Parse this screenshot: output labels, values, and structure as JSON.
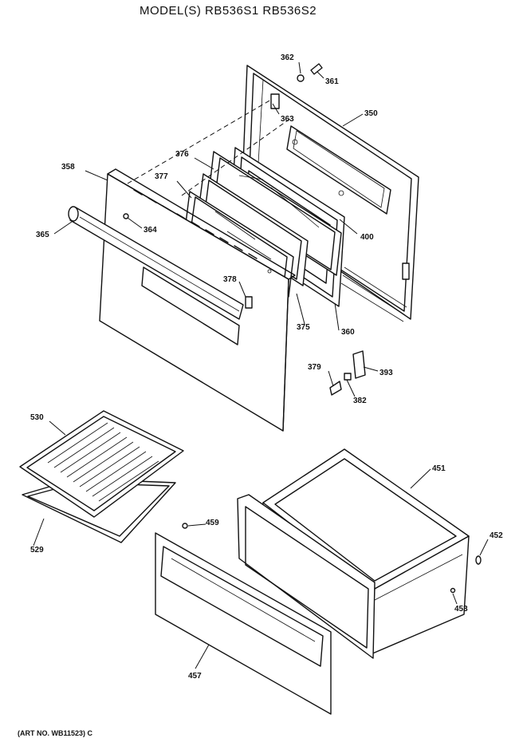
{
  "header": {
    "title": "MODEL(S) RB536S1  RB536S2"
  },
  "footer": {
    "art_number": "(ART NO. WB11523) C"
  },
  "callouts": [
    {
      "id": "c362",
      "label": "362"
    },
    {
      "id": "c361",
      "label": "361"
    },
    {
      "id": "c350",
      "label": "350"
    },
    {
      "id": "c363",
      "label": "363"
    },
    {
      "id": "c376",
      "label": "376"
    },
    {
      "id": "c358",
      "label": "358"
    },
    {
      "id": "c377",
      "label": "377"
    },
    {
      "id": "c364",
      "label": "364"
    },
    {
      "id": "c365",
      "label": "365"
    },
    {
      "id": "c400",
      "label": "400"
    },
    {
      "id": "c378",
      "label": "378"
    },
    {
      "id": "c375",
      "label": "375"
    },
    {
      "id": "c360",
      "label": "360"
    },
    {
      "id": "c379",
      "label": "379"
    },
    {
      "id": "c393",
      "label": "393"
    },
    {
      "id": "c382",
      "label": "382"
    },
    {
      "id": "c530",
      "label": "530"
    },
    {
      "id": "c451",
      "label": "451"
    },
    {
      "id": "c459",
      "label": "459"
    },
    {
      "id": "c452",
      "label": "452"
    },
    {
      "id": "c529",
      "label": "529"
    },
    {
      "id": "c453",
      "label": "453"
    },
    {
      "id": "c457",
      "label": "457"
    }
  ]
}
